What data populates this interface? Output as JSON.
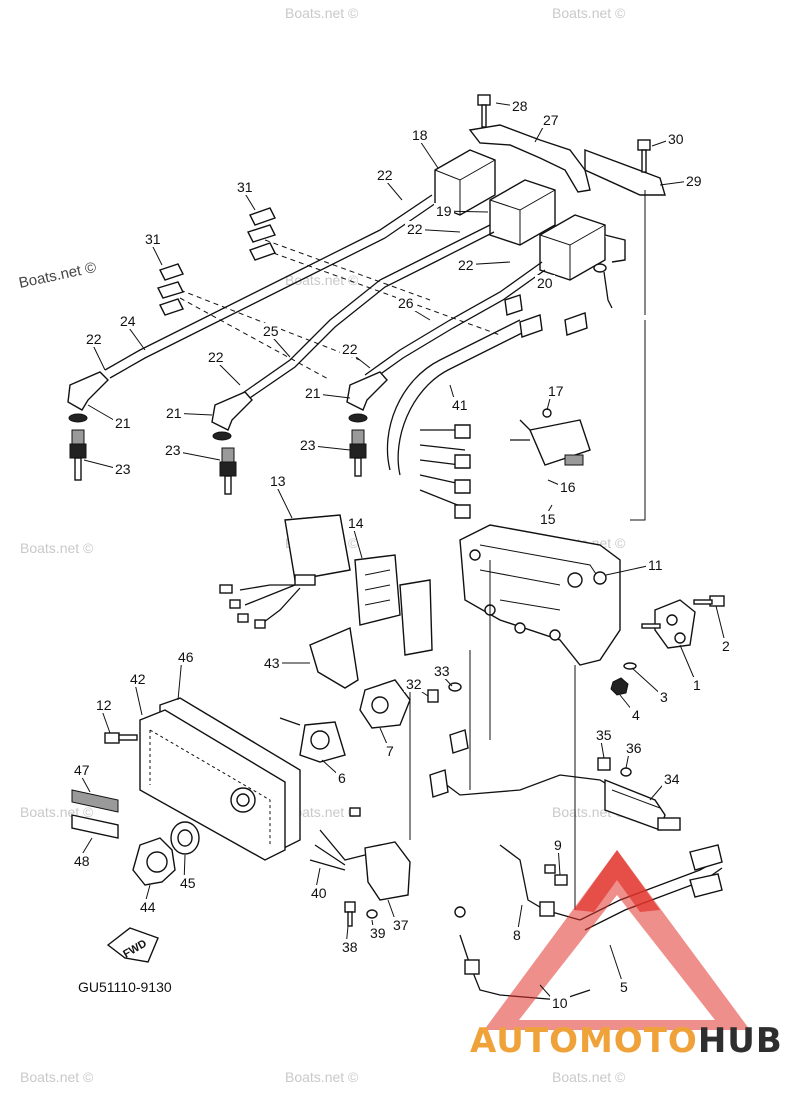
{
  "diagram": {
    "code": "GU51110-9130",
    "fwd_label": "FWD",
    "watermark": "Boats.net ©",
    "brand": {
      "part1": "AUTOMOTO",
      "part2": "HUB",
      "color1": "#f0a23a",
      "color2": "#2e2e2e",
      "triangle_color": "#e2332b"
    },
    "callouts": [
      "1",
      "2",
      "3",
      "4",
      "5",
      "6",
      "7",
      "8",
      "9",
      "10",
      "11",
      "12",
      "13",
      "14",
      "15",
      "16",
      "17",
      "18",
      "19",
      "20",
      "21",
      "22",
      "23",
      "24",
      "25",
      "26",
      "27",
      "28",
      "29",
      "30",
      "31",
      "32",
      "33",
      "34",
      "35",
      "36",
      "37",
      "38",
      "39",
      "40",
      "41",
      "42",
      "43",
      "44",
      "45",
      "46",
      "47",
      "48"
    ]
  }
}
